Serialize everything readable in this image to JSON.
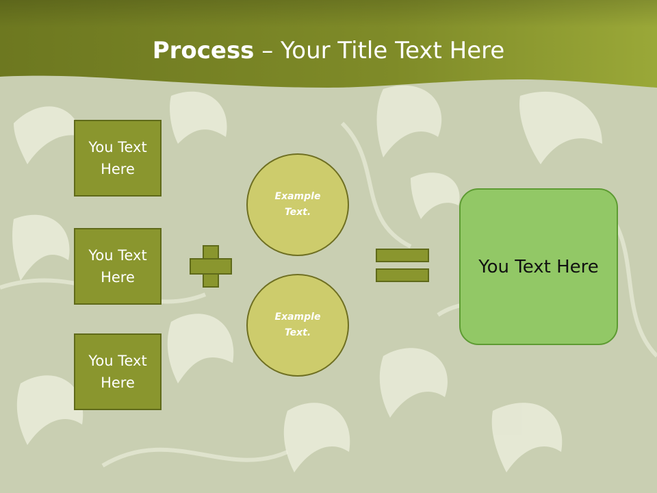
{
  "title": {
    "bold": "Process",
    "rest": " – Your Title Text Here"
  },
  "left_boxes": [
    {
      "label": "You Text Here"
    },
    {
      "label": "You Text Here"
    },
    {
      "label": "You Text Here"
    }
  ],
  "circles": [
    {
      "label": "Example Text."
    },
    {
      "label": "Example Text."
    }
  ],
  "result_box": {
    "label": "You Text Here"
  },
  "operators": {
    "plus": "plus-icon",
    "equals": "equals-icon"
  },
  "colors": {
    "header": "#7e8a24",
    "box_fill": "#8a962e",
    "circle_fill": "#cdcc6c",
    "result_fill": "#92c866"
  }
}
